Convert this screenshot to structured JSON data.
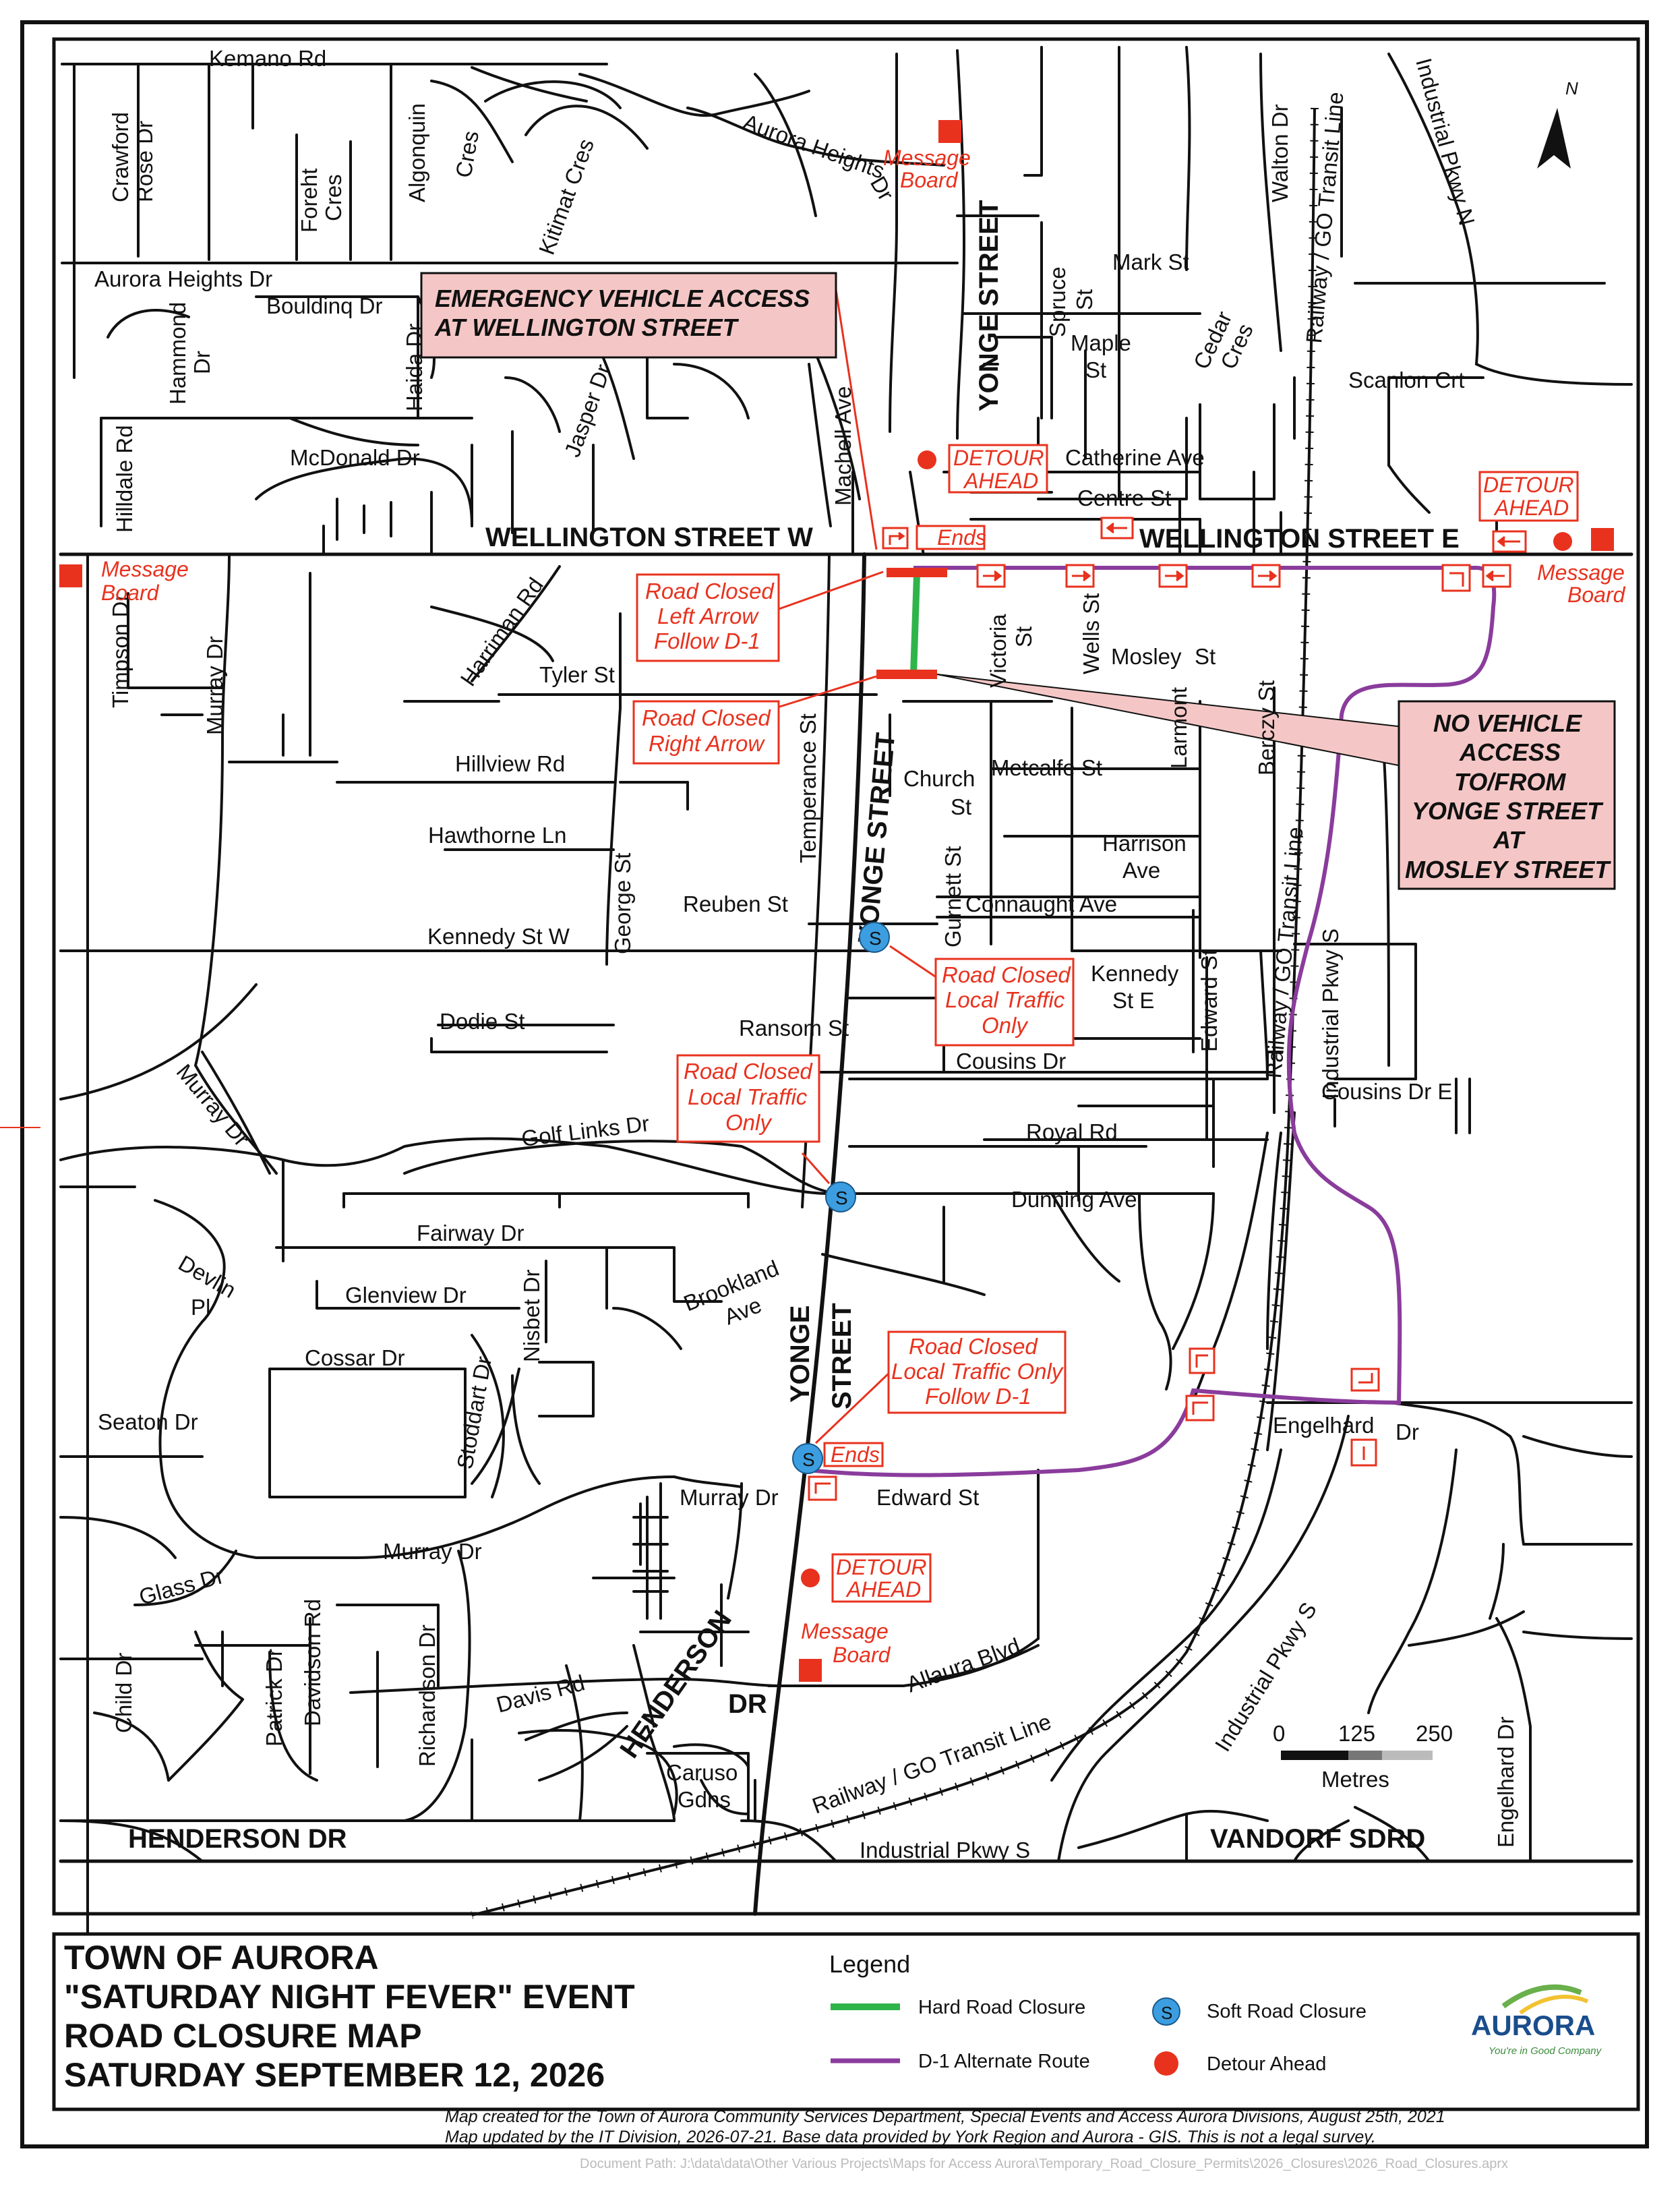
{
  "map": {
    "streets": [
      "Kemano Rd",
      "Crawford Rose Dr",
      "Foreht Cres",
      "Algonquin Cres",
      "Kitimat Cres",
      "Aurora Heights Dr",
      "Walton Dr",
      "Industrial Pkwy N",
      "Mark St",
      "Spruce St",
      "Maple St",
      "Cedar Cres",
      "Railway / GO Transit Line",
      "Scanlon Crt",
      "Bouldinq Dr",
      "Hammond Dr",
      "Haida Dr",
      "Jasper Dr",
      "Hilldale Rd",
      "McDonald Dr",
      "Machell Ave",
      "Catherine Ave",
      "Centre St",
      "Harriman Rd",
      "Timpson Dr",
      "Murray Dr",
      "Tyler St",
      "Victoria St",
      "Wells St",
      "Mosley St",
      "Larmont St",
      "Berczy St",
      "Temperance St",
      "Hillview Rd",
      "Church St",
      "Metcalfe St",
      "Hawthorne Ln",
      "Harrison Ave",
      "George St",
      "Gurnett St",
      "Connaught Ave",
      "Reuben St",
      "Kennedy St W",
      "Kennedy St E",
      "Edward St",
      "Industrial Pkwy S",
      "Dodie St",
      "Ransom St",
      "Cousins Dr",
      "Cousins Dr E",
      "Golf Links Dr",
      "Royal Rd",
      "Dunning Ave",
      "Fairway Dr",
      "Devlin Pl",
      "Glenview Dr",
      "Brookland Ave",
      "Nisbet Dr",
      "Cossar Dr",
      "Stoddart Dr",
      "Seaton Dr",
      "Engelhard Dr",
      "Glass Dr",
      "Davidson Rd",
      "Richardson Dr",
      "Child Dr",
      "Patrick Dr",
      "Davis Rd",
      "Allaura Blvd",
      "Caruso Gdns",
      "Industrial Pkwy S",
      "Engelhard Dr"
    ],
    "major_streets": [
      "YONGE STREET",
      "WELLINGTON STREET W",
      "WELLINGTON STREET E",
      "HENDERSON DR",
      "VANDORF SDRD"
    ],
    "labels": {
      "message_board": "Message Board",
      "detour_ahead": "DETOUR AHEAD",
      "ends": "Ends",
      "road_closed_left": "Road Closed Left Arrow Follow D-1",
      "road_closed_right": "Road Closed Right Arrow",
      "road_closed_local": "Road Closed Local Traffic Only",
      "road_closed_local_d1": "Road Closed Local Traffic Only Follow D-1",
      "soft_marker": "S"
    },
    "emergency_callout": [
      "EMERGENCY VEHICLE ACCESS",
      "AT WELLINGTON STREET"
    ],
    "no_vehicle_callout": [
      "NO VEHICLE",
      "ACCESS",
      "TO/FROM",
      "YONGE STREET",
      "AT",
      "MOSLEY STREET"
    ],
    "north": "N",
    "scale": {
      "ticks": [
        "0",
        "125",
        "250"
      ],
      "unit": "Metres"
    }
  },
  "title": {
    "line1": "TOWN OF AURORA",
    "line2": "\"SATURDAY NIGHT FEVER\" EVENT",
    "line3": "ROAD CLOSURE MAP",
    "line4": "SATURDAY SEPTEMBER 12, 2026"
  },
  "legend": {
    "heading": "Legend",
    "items": {
      "hard": "Hard Road Closure",
      "alt": "D-1 Alternate Route",
      "soft": "Soft Road Closure",
      "detour": "Detour Ahead"
    }
  },
  "logo": {
    "name": "AURORA",
    "tagline": "You're in Good Company"
  },
  "footer": {
    "line1": "Map created for the Town of Aurora Community Services Department,  Special Events and Access Aurora Divisions, August 25th, 2021",
    "line2": "Map updated by the IT Division, 2026-07-21. Base data provided by York Region and Aurora - GIS. This is not a legal survey.",
    "path": "Document Path: J:\\data\\data\\Other Various Projects\\Maps for Access Aurora\\Temporary_Road_Closure_Permits\\2026_Closures\\2026_Road_Closures.aprx"
  },
  "colors": {
    "closure_red": "#e8321e",
    "hard_closure": "#2fb44a",
    "alt_route": "#8a3c9c",
    "soft": "#3c9ee0",
    "label_bg": "#f4c7c6"
  }
}
